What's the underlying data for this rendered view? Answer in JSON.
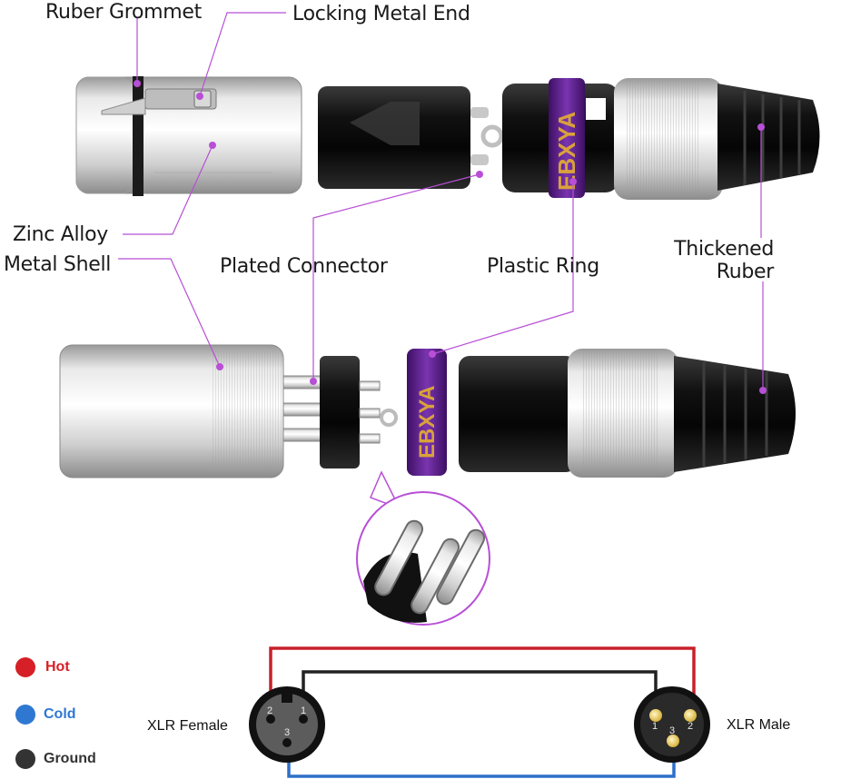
{
  "labels": {
    "rubber_grommet": "Ruber Grommet",
    "locking_metal_end": "Locking Metal End",
    "zinc_alloy": "Zinc Alloy",
    "metal_shell": "Metal Shell",
    "plated_connector": "Plated Connector",
    "plastic_ring": "Plastic Ring",
    "thickened_line1": "Thickened",
    "thickened_line2": "Ruber"
  },
  "brand": {
    "ring_text": "EBXYA",
    "ring_color": "#5b1d8a",
    "text_color": "#d9a23b"
  },
  "legend": [
    {
      "label": "Hot",
      "color": "#d61f26"
    },
    {
      "label": "Cold",
      "color": "#2f78d2"
    },
    {
      "label": "Ground",
      "color": "#333333"
    }
  ],
  "wiring": {
    "female_label": "XLR Female",
    "male_label": "XLR Male",
    "female_pins": [
      "2",
      "1",
      "3"
    ],
    "male_pins": [
      "1",
      "2",
      "3"
    ],
    "hot_color": "#c8202a",
    "cold_color": "#2e6fc9",
    "ground_color": "#222222"
  },
  "annotation_color": "#b84fd6"
}
